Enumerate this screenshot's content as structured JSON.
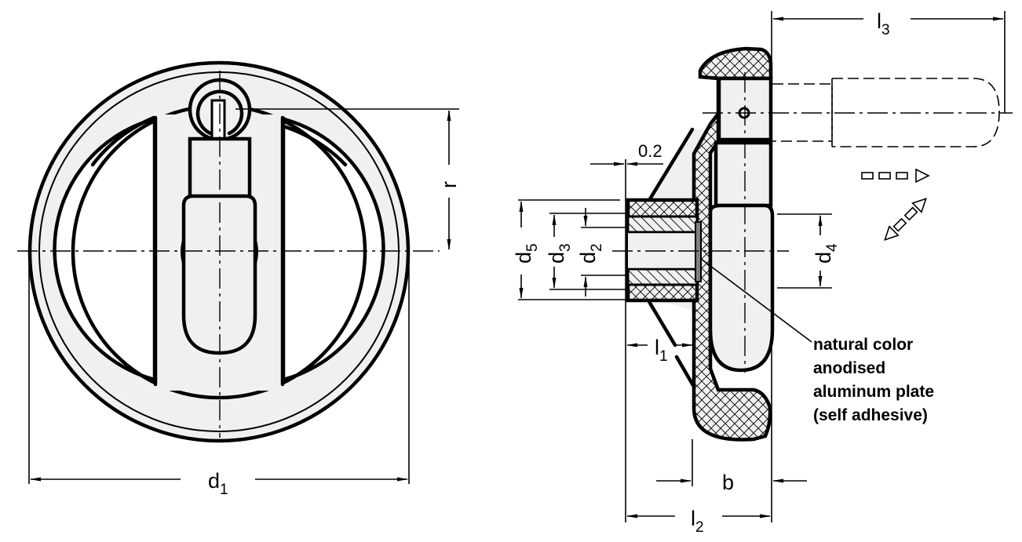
{
  "drawing": {
    "title": "Two-spoke handwheel with revolving fold-away handle — technical drawing",
    "views": [
      "front-view",
      "side-section-view"
    ],
    "colors": {
      "line": "#000000",
      "part_fill": "#f0f0f0",
      "background": "#ffffff",
      "plate": "#808080"
    }
  },
  "dimensions": {
    "d1": {
      "base": "d",
      "sub": "1"
    },
    "r": {
      "base": "r",
      "sub": ""
    },
    "d2": {
      "base": "d",
      "sub": "2"
    },
    "d3": {
      "base": "d",
      "sub": "3"
    },
    "d4": {
      "base": "d",
      "sub": "4"
    },
    "d5": {
      "base": "d",
      "sub": "5"
    },
    "l1": {
      "base": "l",
      "sub": "1"
    },
    "l2": {
      "base": "l",
      "sub": "2"
    },
    "l3": {
      "base": "l",
      "sub": "3"
    },
    "b": {
      "base": "b",
      "sub": ""
    },
    "gap": {
      "value": "0.2"
    }
  },
  "annotation": {
    "lines": [
      "natural color",
      "anodised",
      "aluminum plate",
      "(self adhesive)"
    ]
  },
  "symbols": {
    "fold_motion": "fold-away-handle-motion-arrows"
  }
}
